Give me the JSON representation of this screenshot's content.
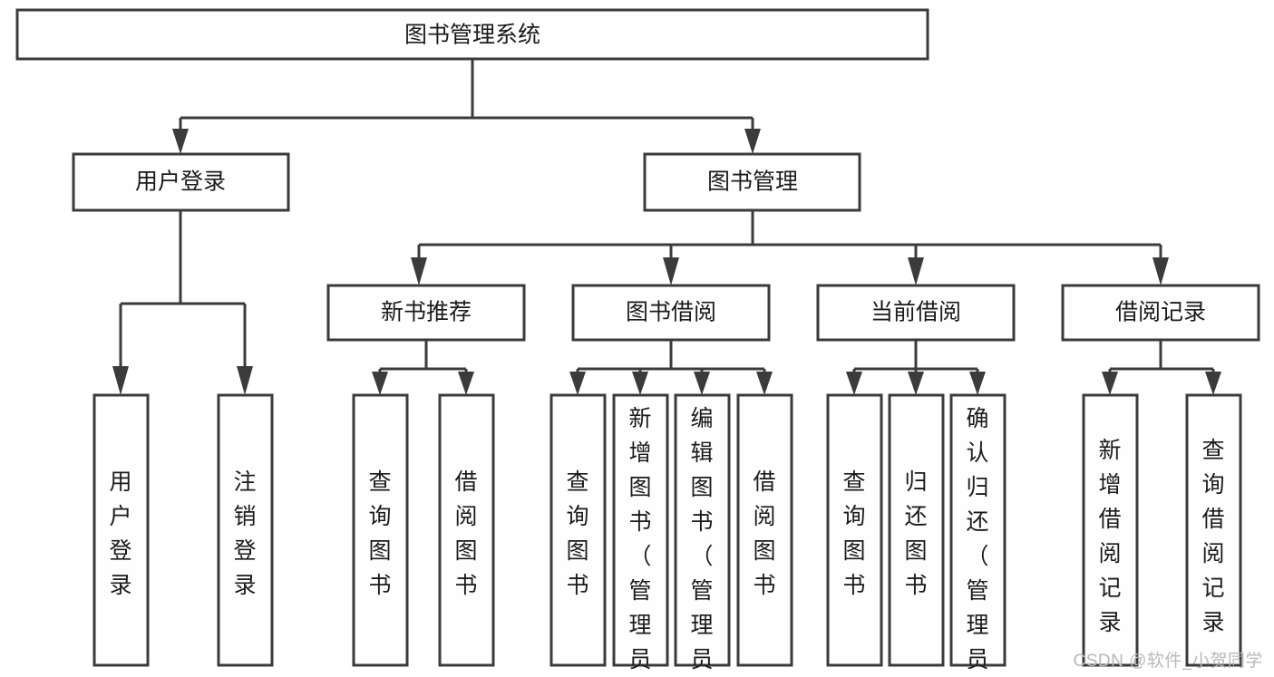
{
  "diagram": {
    "type": "tree-hierarchy",
    "title": "图书管理系统",
    "root": {
      "id": "root",
      "label": "图书管理系统",
      "orientation": "horizontal"
    },
    "level2": [
      {
        "id": "user-login",
        "label": "用户登录",
        "orientation": "horizontal"
      },
      {
        "id": "book-manage",
        "label": "图书管理",
        "orientation": "horizontal"
      }
    ],
    "level3": [
      {
        "id": "new-book-recommend",
        "label": "新书推荐",
        "orientation": "horizontal",
        "parent": "book-manage"
      },
      {
        "id": "book-borrow",
        "label": "图书借阅",
        "orientation": "horizontal",
        "parent": "book-manage"
      },
      {
        "id": "current-borrow",
        "label": "当前借阅",
        "orientation": "horizontal",
        "parent": "book-manage"
      },
      {
        "id": "borrow-record",
        "label": "借阅记录",
        "orientation": "horizontal",
        "parent": "book-manage"
      }
    ],
    "leaves": {
      "user-login": [
        {
          "id": "leaf-user-login",
          "label": "用户登录",
          "orientation": "vertical"
        },
        {
          "id": "leaf-user-logout",
          "label": "注销登录",
          "orientation": "vertical"
        }
      ],
      "new-book-recommend": [
        {
          "id": "leaf-query-book-1",
          "label": "查询图书",
          "orientation": "vertical"
        },
        {
          "id": "leaf-borrow-book-1",
          "label": "借阅图书",
          "orientation": "vertical"
        }
      ],
      "book-borrow": [
        {
          "id": "leaf-query-book-2",
          "label": "查询图书",
          "orientation": "vertical"
        },
        {
          "id": "leaf-add-book",
          "label": "新增图书（管理员）",
          "orientation": "vertical"
        },
        {
          "id": "leaf-edit-book",
          "label": "编辑图书（管理员）",
          "orientation": "vertical"
        },
        {
          "id": "leaf-borrow-book-2",
          "label": "借阅图书",
          "orientation": "vertical"
        }
      ],
      "current-borrow": [
        {
          "id": "leaf-query-book-3",
          "label": "查询图书",
          "orientation": "vertical"
        },
        {
          "id": "leaf-return-book",
          "label": "归还图书",
          "orientation": "vertical"
        },
        {
          "id": "leaf-confirm-return",
          "label": "确认归还（管理员）",
          "orientation": "vertical"
        }
      ],
      "borrow-record": [
        {
          "id": "leaf-add-record",
          "label": "新增借阅记录",
          "orientation": "vertical"
        },
        {
          "id": "leaf-query-record",
          "label": "查询借阅记录",
          "orientation": "vertical"
        }
      ]
    }
  },
  "watermark": {
    "text": "CSDN @软件_小贺同学"
  },
  "colors": {
    "box_stroke": "#3b3b3b",
    "box_fill": "#fefefe",
    "text": "#1b1b1b",
    "watermark": "#b9b9b9",
    "background": "#ffffff"
  }
}
